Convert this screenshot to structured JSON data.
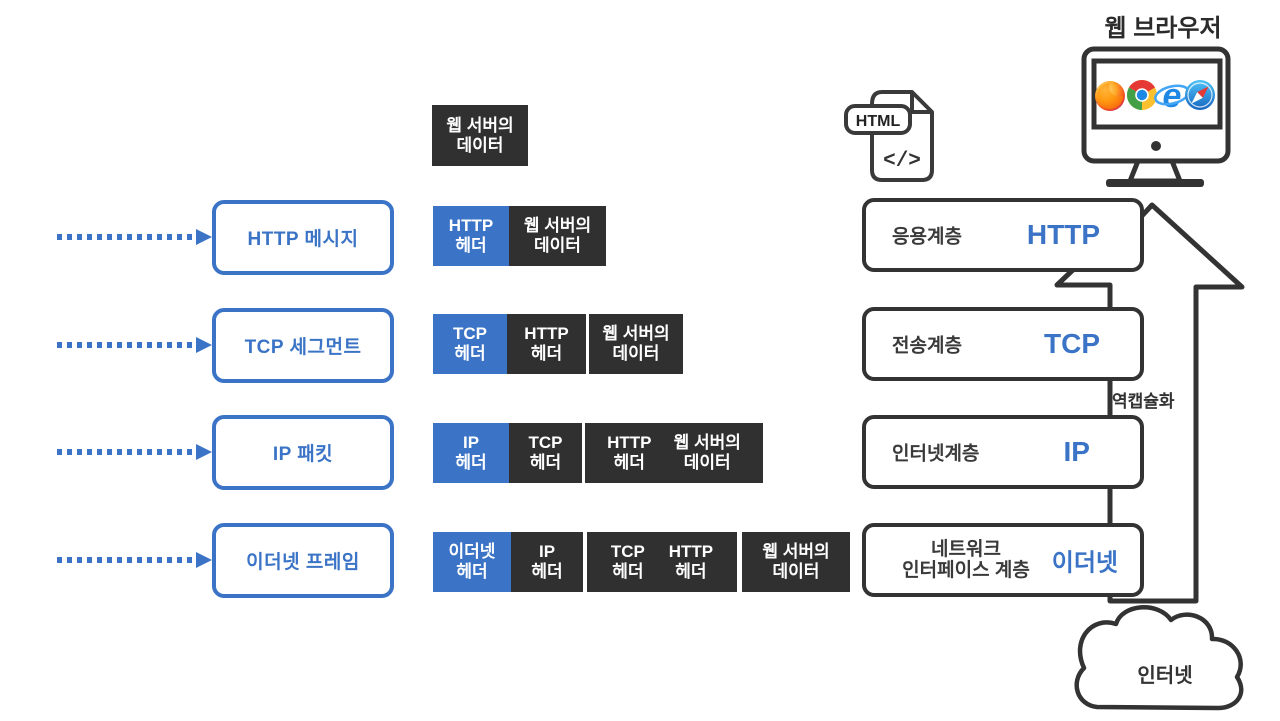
{
  "colors": {
    "accent_blue": "#3B74C6",
    "block_dark": "#303030",
    "outline": "#333333"
  },
  "web_browser": {
    "title": "웹 브라우저"
  },
  "html_file": {
    "badge": "HTML",
    "code": "</>"
  },
  "browser_icons": [
    "firefox-icon",
    "chrome-icon",
    "internet-explorer-icon",
    "safari-icon"
  ],
  "other_icons": [
    "monitor-icon",
    "html-file-icon",
    "cloud-icon",
    "dotted-arrow-icon",
    "up-arrow-icon"
  ],
  "packet_labels": [
    {
      "label": "HTTP 메시지"
    },
    {
      "label": "TCP 세그먼트"
    },
    {
      "label": "IP 패킷"
    },
    {
      "label": "이더넷 프레임"
    }
  ],
  "data_blocks": {
    "rows": [
      {
        "segments": [
          {
            "color": "dark",
            "labels": [
              {
                "t1": "웹 서버의",
                "t2": "데이터"
              }
            ]
          }
        ]
      },
      {
        "segments": [
          {
            "color": "blue",
            "labels": [
              {
                "t1": "HTTP",
                "t2": "헤더"
              }
            ]
          },
          {
            "color": "dark",
            "labels": [
              {
                "t1": "웹 서버의",
                "t2": "데이터"
              }
            ]
          }
        ]
      },
      {
        "segments": [
          {
            "color": "blue",
            "labels": [
              {
                "t1": "TCP",
                "t2": "헤더"
              }
            ]
          },
          {
            "color": "dark",
            "labels": [
              {
                "t1": "HTTP",
                "t2": "헤더"
              }
            ]
          },
          {
            "color": "dark",
            "labels": [
              {
                "t1": "웹 서버의",
                "t2": "데이터"
              }
            ]
          }
        ]
      },
      {
        "segments": [
          {
            "color": "blue",
            "labels": [
              {
                "t1": "IP",
                "t2": "헤더"
              }
            ]
          },
          {
            "color": "dark",
            "labels": [
              {
                "t1": "TCP",
                "t2": "헤더"
              }
            ]
          },
          {
            "color": "dark",
            "labels": [
              {
                "t1": "HTTP",
                "t2": "헤더"
              },
              {
                "t1": "웹 서버의",
                "t2": "데이터"
              }
            ]
          }
        ]
      },
      {
        "segments": [
          {
            "color": "blue",
            "labels": [
              {
                "t1": "이더넷",
                "t2": "헤더"
              }
            ]
          },
          {
            "color": "dark",
            "labels": [
              {
                "t1": "IP",
                "t2": "헤더"
              }
            ]
          },
          {
            "color": "dark",
            "labels": [
              {
                "t1": "TCP",
                "t2": "헤더"
              },
              {
                "t1": "HTTP",
                "t2": "헤더"
              }
            ]
          },
          {
            "color": "dark",
            "labels": [
              {
                "t1": "웹 서버의",
                "t2": "데이터"
              }
            ]
          }
        ]
      }
    ]
  },
  "layers": [
    {
      "name": "응용계층",
      "protocol": "HTTP"
    },
    {
      "name": "전송계층",
      "protocol": "TCP"
    },
    {
      "name": "인터넷계층",
      "protocol": "IP"
    },
    {
      "name": "네트워크",
      "name_line2": "인터페이스 계층",
      "protocol": "이더넷"
    }
  ],
  "decapsulation_label": "역캡슐화",
  "cloud_label": "인터넷"
}
